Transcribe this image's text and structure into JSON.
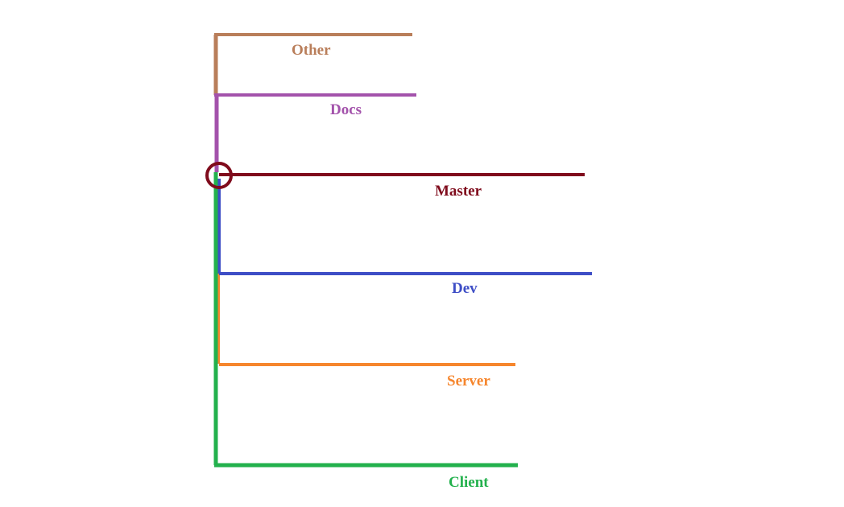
{
  "diagram": {
    "branches": [
      {
        "id": "other",
        "label": "Other",
        "color": "#b97e5a"
      },
      {
        "id": "docs",
        "label": "Docs",
        "color": "#a352ab"
      },
      {
        "id": "master",
        "label": "Master",
        "color": "#7f0b1c"
      },
      {
        "id": "dev",
        "label": "Dev",
        "color": "#3e4ec6"
      },
      {
        "id": "server",
        "label": "Server",
        "color": "#f6862d"
      },
      {
        "id": "client",
        "label": "Client",
        "color": "#23b14d"
      }
    ],
    "trunk_colors": {
      "upper": "#b97e5a",
      "middle": "#a352ab",
      "lower": "#23b14d",
      "dev_join": "#3e4ec6",
      "server_join": "#f6862d"
    },
    "marker_color": "#7f0b1c"
  }
}
